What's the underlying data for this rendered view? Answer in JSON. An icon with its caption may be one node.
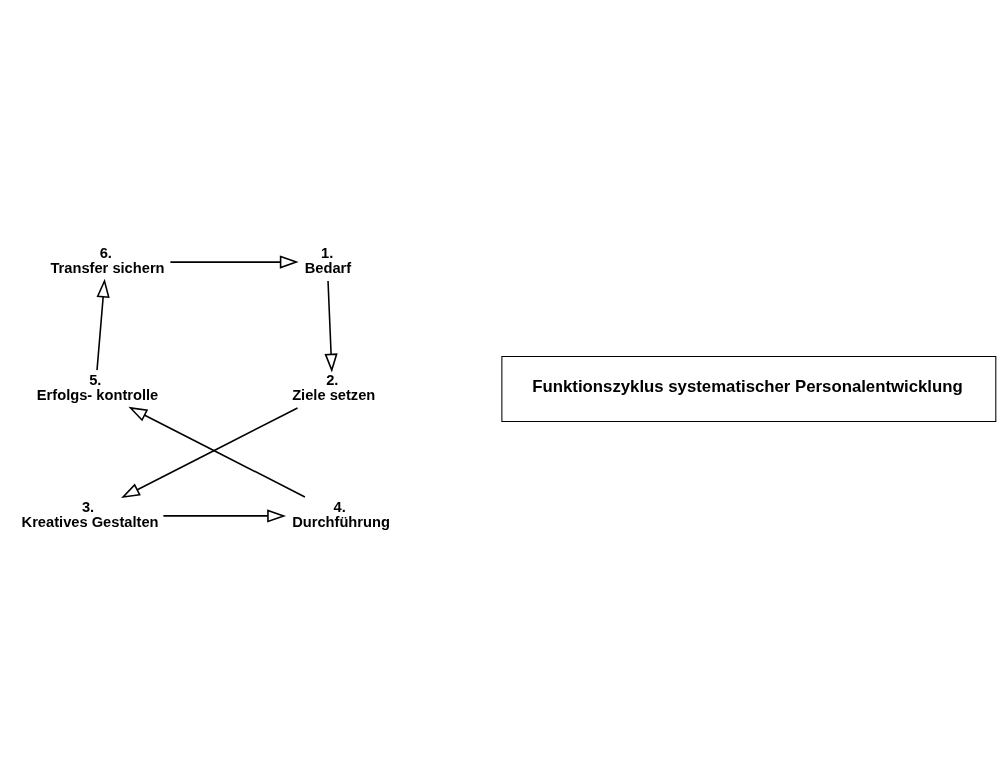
{
  "diagram": {
    "nodes": [
      {
        "text": [
          "1.",
          "Bedarf"
        ]
      },
      {
        "text": [
          "2.",
          "Ziele setzen"
        ]
      },
      {
        "text": [
          "3.",
          "Kreatives Gestalten"
        ]
      },
      {
        "text": [
          "4.",
          "Durchführung"
        ]
      },
      {
        "text": [
          "5.",
          "Erfolgs- kontrolle"
        ]
      },
      {
        "text": [
          "6.",
          "Transfer sichern"
        ]
      },
      {
        "text": [
          "Funktionszyklus systematischer Personalentwicklung"
        ]
      }
    ],
    "edges": [
      {
        "from": 5,
        "to": 0,
        "arrow": "to"
      },
      {
        "from": 0,
        "to": 1,
        "arrow": "to"
      },
      {
        "from": 1,
        "to": 2,
        "arrow": "to"
      },
      {
        "from": 2,
        "to": 3,
        "arrow": "to"
      },
      {
        "from": 3,
        "to": 4,
        "arrow": "to"
      },
      {
        "from": 4,
        "to": 5,
        "arrow": "to"
      }
    ]
  }
}
